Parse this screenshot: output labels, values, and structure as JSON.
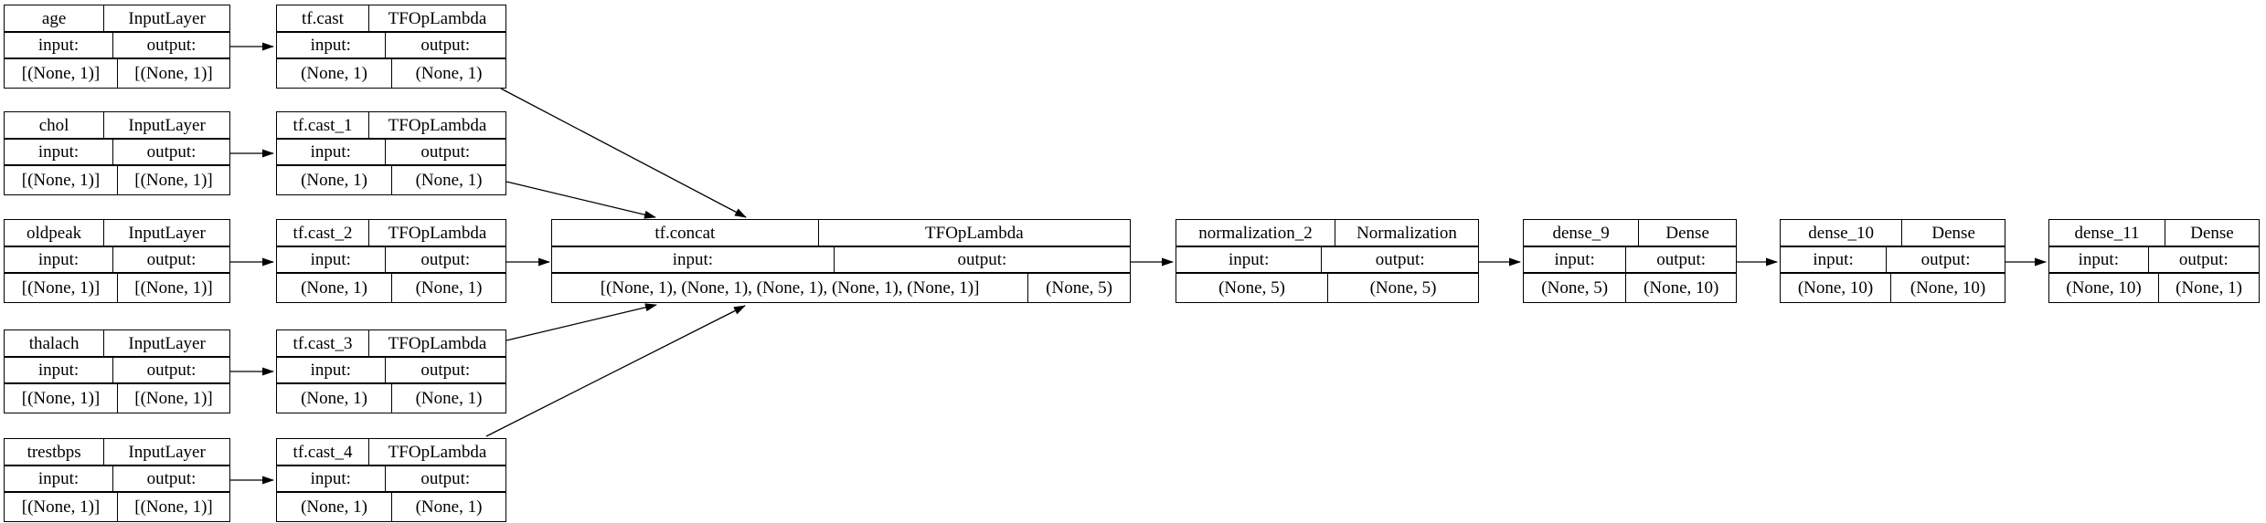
{
  "diagram": {
    "kind": "keras-model-architecture-graph",
    "labels": {
      "input": "input:",
      "output": "output:"
    },
    "nodes": {
      "age": {
        "name": "age",
        "type": "InputLayer",
        "input_shape": "[(None, 1)]",
        "output_shape": "[(None, 1)]"
      },
      "chol": {
        "name": "chol",
        "type": "InputLayer",
        "input_shape": "[(None, 1)]",
        "output_shape": "[(None, 1)]"
      },
      "oldpeak": {
        "name": "oldpeak",
        "type": "InputLayer",
        "input_shape": "[(None, 1)]",
        "output_shape": "[(None, 1)]"
      },
      "thalach": {
        "name": "thalach",
        "type": "InputLayer",
        "input_shape": "[(None, 1)]",
        "output_shape": "[(None, 1)]"
      },
      "trestbps": {
        "name": "trestbps",
        "type": "InputLayer",
        "input_shape": "[(None, 1)]",
        "output_shape": "[(None, 1)]"
      },
      "tf_cast": {
        "name": "tf.cast",
        "type": "TFOpLambda",
        "input_shape": "(None, 1)",
        "output_shape": "(None, 1)"
      },
      "tf_cast_1": {
        "name": "tf.cast_1",
        "type": "TFOpLambda",
        "input_shape": "(None, 1)",
        "output_shape": "(None, 1)"
      },
      "tf_cast_2": {
        "name": "tf.cast_2",
        "type": "TFOpLambda",
        "input_shape": "(None, 1)",
        "output_shape": "(None, 1)"
      },
      "tf_cast_3": {
        "name": "tf.cast_3",
        "type": "TFOpLambda",
        "input_shape": "(None, 1)",
        "output_shape": "(None, 1)"
      },
      "tf_cast_4": {
        "name": "tf.cast_4",
        "type": "TFOpLambda",
        "input_shape": "(None, 1)",
        "output_shape": "(None, 1)"
      },
      "tf_concat": {
        "name": "tf.concat",
        "type": "TFOpLambda",
        "input_shape": "[(None, 1), (None, 1), (None, 1), (None, 1), (None, 1)]",
        "output_shape": "(None, 5)"
      },
      "normalization_2": {
        "name": "normalization_2",
        "type": "Normalization",
        "input_shape": "(None, 5)",
        "output_shape": "(None, 5)"
      },
      "dense_9": {
        "name": "dense_9",
        "type": "Dense",
        "input_shape": "(None, 5)",
        "output_shape": "(None, 10)"
      },
      "dense_10": {
        "name": "dense_10",
        "type": "Dense",
        "input_shape": "(None, 10)",
        "output_shape": "(None, 10)"
      },
      "dense_11": {
        "name": "dense_11",
        "type": "Dense",
        "input_shape": "(None, 10)",
        "output_shape": "(None, 1)"
      }
    },
    "edges": [
      {
        "from": "age",
        "to": "tf_cast"
      },
      {
        "from": "chol",
        "to": "tf_cast_1"
      },
      {
        "from": "oldpeak",
        "to": "tf_cast_2"
      },
      {
        "from": "thalach",
        "to": "tf_cast_3"
      },
      {
        "from": "trestbps",
        "to": "tf_cast_4"
      },
      {
        "from": "tf_cast",
        "to": "tf_concat"
      },
      {
        "from": "tf_cast_1",
        "to": "tf_concat"
      },
      {
        "from": "tf_cast_2",
        "to": "tf_concat"
      },
      {
        "from": "tf_cast_3",
        "to": "tf_concat"
      },
      {
        "from": "tf_cast_4",
        "to": "tf_concat"
      },
      {
        "from": "tf_concat",
        "to": "normalization_2"
      },
      {
        "from": "normalization_2",
        "to": "dense_9"
      },
      {
        "from": "dense_9",
        "to": "dense_10"
      },
      {
        "from": "dense_10",
        "to": "dense_11"
      }
    ],
    "colors": {
      "line": "#000000",
      "background": "#ffffff",
      "text": "#000000"
    }
  }
}
